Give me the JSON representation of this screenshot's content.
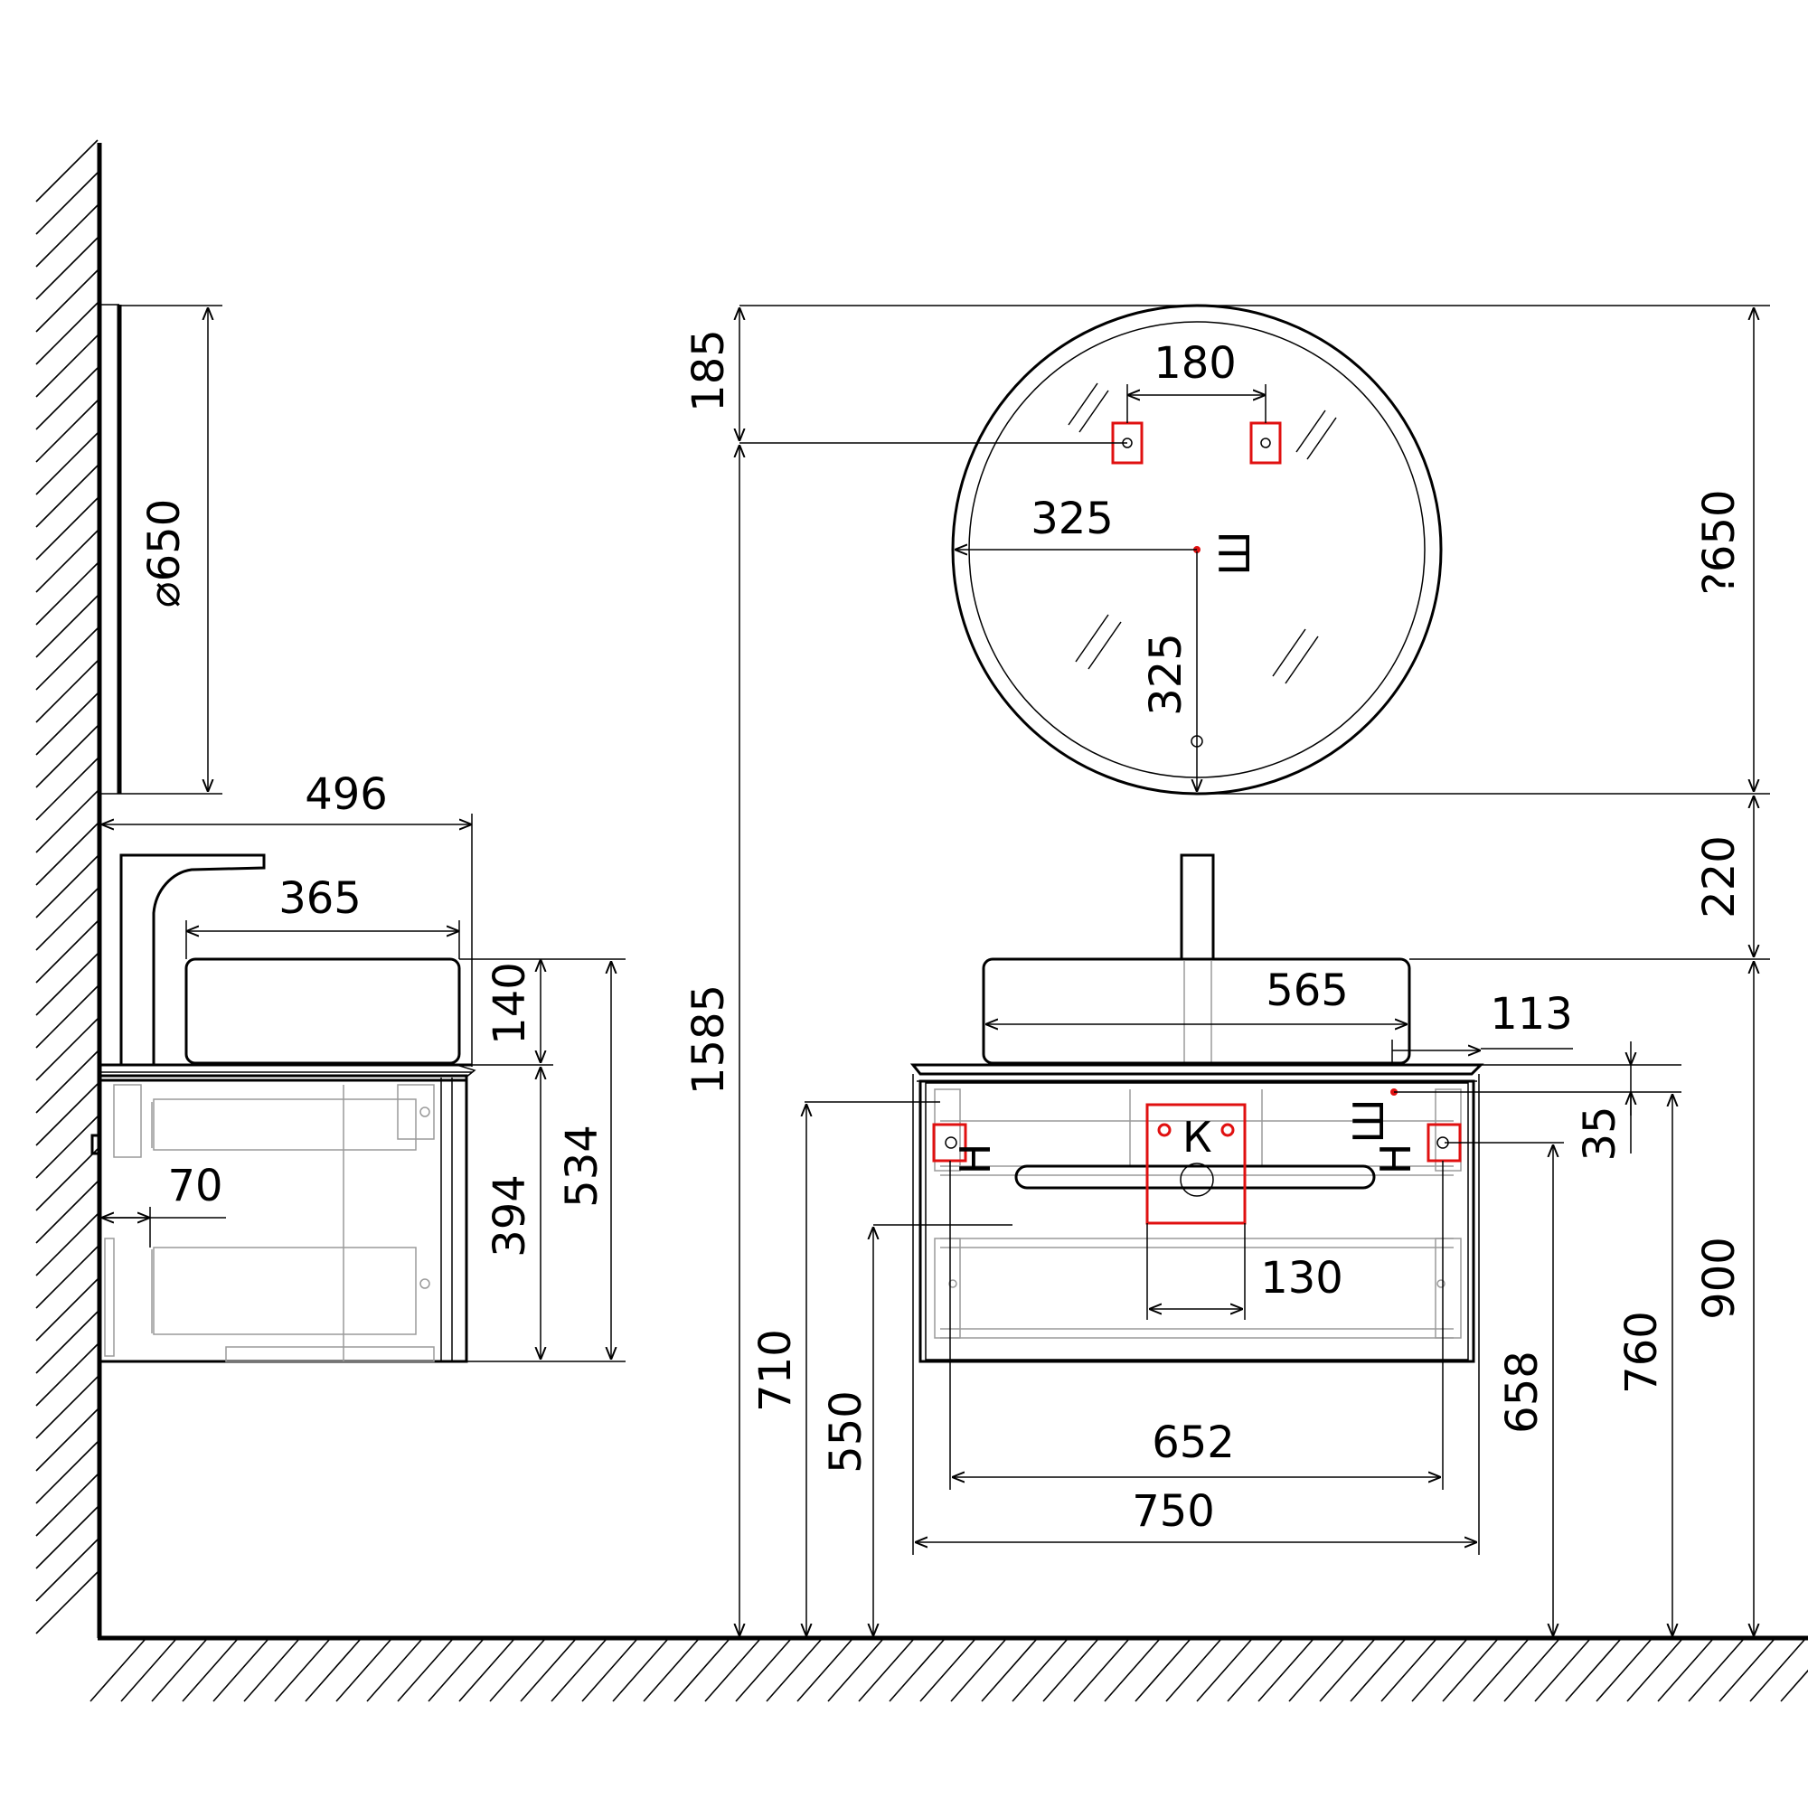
{
  "side_view": {
    "mirror_diameter": "⌀650",
    "total_depth": "496",
    "basin_depth": "365",
    "basin_height": "140",
    "total_height": "534",
    "cabinet_height": "394",
    "wall_offset": "70"
  },
  "front_view": {
    "mirror_top_offset": "185",
    "mount_spacing": "180",
    "radius_horizontal": "325",
    "radius_vertical": "325",
    "mirror_diameter": "?650",
    "mirror_to_basin": "220",
    "basin_width": "565",
    "basin_offset": "113",
    "outlet_offset": "35",
    "mirror_mount_height": "1585",
    "cabinet_top_height": "710",
    "drain_height": "550",
    "inlet_height": "658",
    "socket_height": "760",
    "basin_top_height": "900",
    "drain_zone_width": "130",
    "inner_width": "652",
    "overall_width": "750",
    "marker_drain": "К",
    "marker_socket": "Ш",
    "marker_inlet": "Н"
  }
}
